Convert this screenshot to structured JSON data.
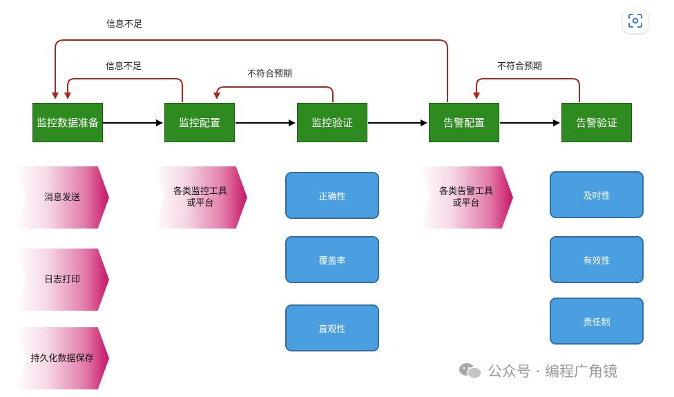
{
  "steps": [
    {
      "label": "监控数据准备"
    },
    {
      "label": "监控配置"
    },
    {
      "label": "监控验证"
    },
    {
      "label": "告警配置"
    },
    {
      "label": "告警验证"
    }
  ],
  "feedback": {
    "outer_top": "信息不足",
    "inner_left": "信息不足",
    "middle": "不符合预期",
    "right": "不符合预期"
  },
  "chevrons": {
    "col1": [
      "消息发送",
      "日志打印",
      "持久化数据保存"
    ],
    "col2_line1": "各类监控工具",
    "col2_line2": "或平台",
    "col4_line1": "各类告警工具",
    "col4_line2": "或平台"
  },
  "pills": {
    "col3": [
      "正确性",
      "覆盖率",
      "直观性"
    ],
    "col5": [
      "及时性",
      "有效性",
      "责任制"
    ]
  },
  "icons": {
    "scan": "scan-icon",
    "wechat": "wechat-icon"
  },
  "watermark": "公众号 · 编程广角镜",
  "colors": {
    "step_fill": "#2e8b1f",
    "arrow_red": "#b4231a",
    "pill_fill": "#4a9fe0",
    "chevron_magenta": "#c71566"
  }
}
